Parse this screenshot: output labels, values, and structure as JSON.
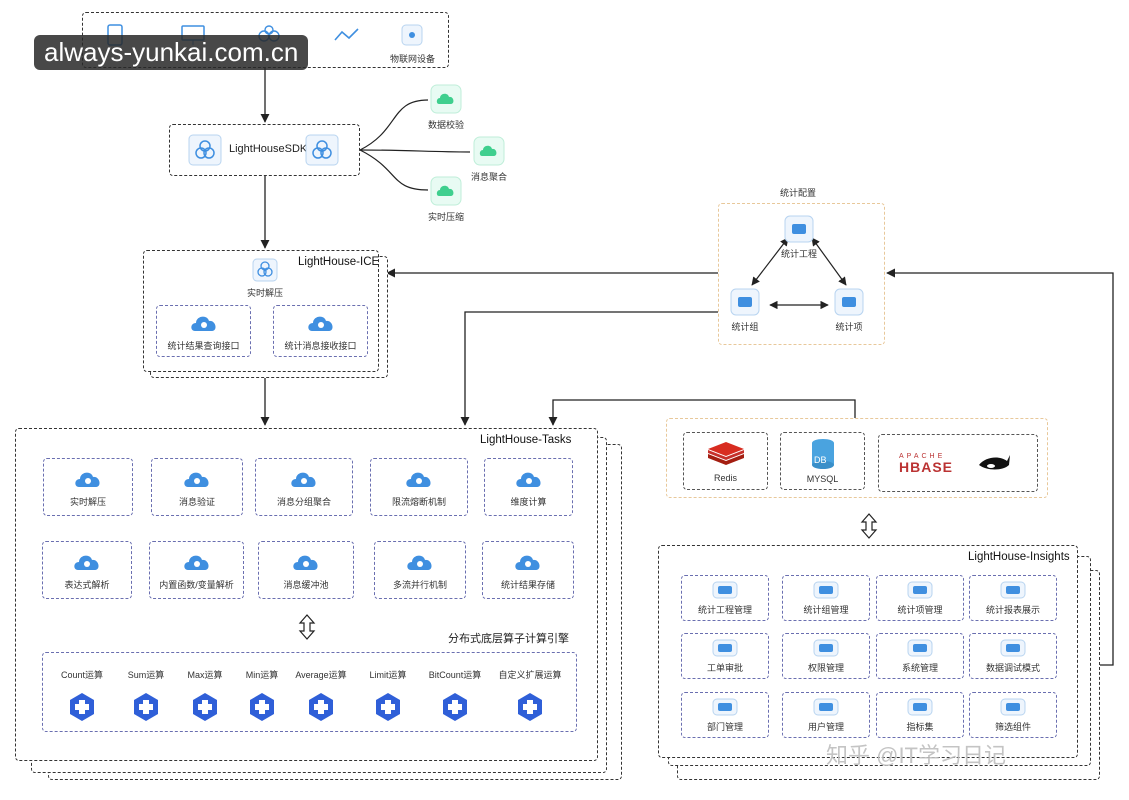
{
  "watermark": "always-yunkai.com.cn",
  "devices": {
    "iot_label": "物联网设备"
  },
  "sdk": {
    "label": "LightHouseSDK"
  },
  "sdk_features": [
    {
      "label": "数据校验"
    },
    {
      "label": "消息聚合"
    },
    {
      "label": "实时压缩"
    }
  ],
  "ice": {
    "title": "LightHouse-ICE",
    "decompress": "实时解压",
    "query_api": "统计结果查询接口",
    "receive_api": "统计消息接收接口"
  },
  "stat_config": {
    "title": "统计配置",
    "project": "统计工程",
    "group": "统计组",
    "item": "统计项"
  },
  "tasks": {
    "title": "LightHouse-Tasks",
    "row1": [
      "实时解压",
      "消息验证",
      "消息分组聚合",
      "限流熔断机制",
      "维度计算"
    ],
    "row2": [
      "表达式解析",
      "内置函数/变量解析",
      "消息缓冲池",
      "多流并行机制",
      "统计结果存储"
    ],
    "engine_title": "分布式底层算子计算引擎",
    "operators": [
      "Count运算",
      "Sum运算",
      "Max运算",
      "Min运算",
      "Average运算",
      "Limit运算",
      "BitCount运算",
      "自定义扩展运算"
    ]
  },
  "storage": {
    "redis": "Redis",
    "mysql": "MYSQL",
    "db": "DB",
    "hbase_top": "APACHE",
    "hbase": "HBASE"
  },
  "insights": {
    "title": "LightHouse-Insights",
    "items": [
      "统计工程管理",
      "统计组管理",
      "统计项管理",
      "统计报表展示",
      "工单审批",
      "权限管理",
      "系统管理",
      "数据调试模式",
      "部门管理",
      "用户管理",
      "指标集",
      "筛选组件"
    ]
  },
  "footer_watermark": "知乎 @IT学习日记",
  "colors": {
    "accent": "#3f8fe0",
    "green": "#3fcf8e",
    "operator": "#2f5fd8",
    "gold": "#e8c89a"
  }
}
